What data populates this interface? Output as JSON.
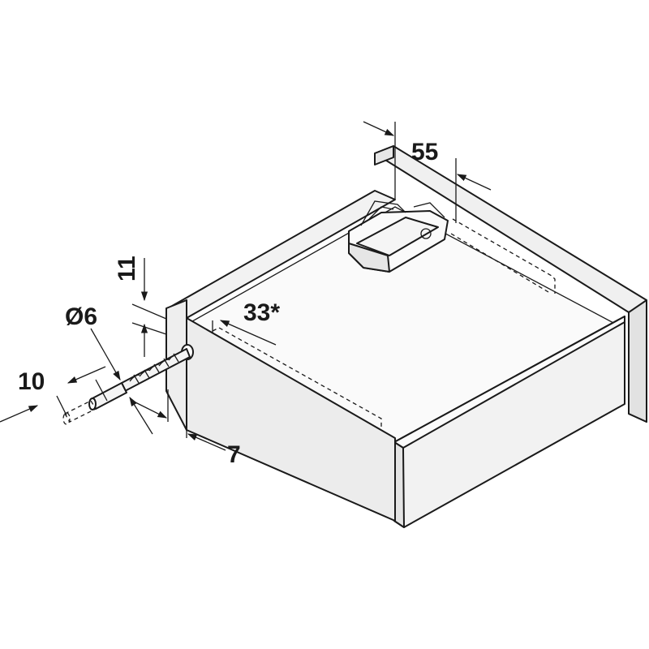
{
  "dimensions": {
    "d55": "55",
    "d11": "11",
    "d33": "33*",
    "dia6": "Ø6",
    "d10": "10",
    "d7": "7"
  },
  "colors": {
    "line": "#1a1a1a",
    "panel": "#f2f2f2",
    "panel_light": "#fafafa",
    "panel_dark": "#e2e2e2",
    "background": "#ffffff"
  },
  "icons": [
    "drill-bit-icon",
    "dowel-pin-icon",
    "push-latch-unit-icon"
  ]
}
